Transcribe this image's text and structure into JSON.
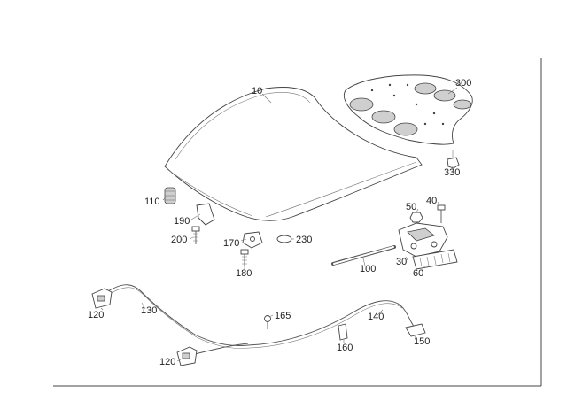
{
  "labels": {
    "p10": "10",
    "p300": "300",
    "p330": "330",
    "p110": "110",
    "p190": "190",
    "p200": "200",
    "p170": "170",
    "p230": "230",
    "p180": "180",
    "p50": "50",
    "p40": "40",
    "p30": "30",
    "p60": "60",
    "p100": "100",
    "p120a": "120",
    "p130": "130",
    "p165": "165",
    "p140": "140",
    "p160": "160",
    "p150": "150",
    "p120b": "120"
  }
}
